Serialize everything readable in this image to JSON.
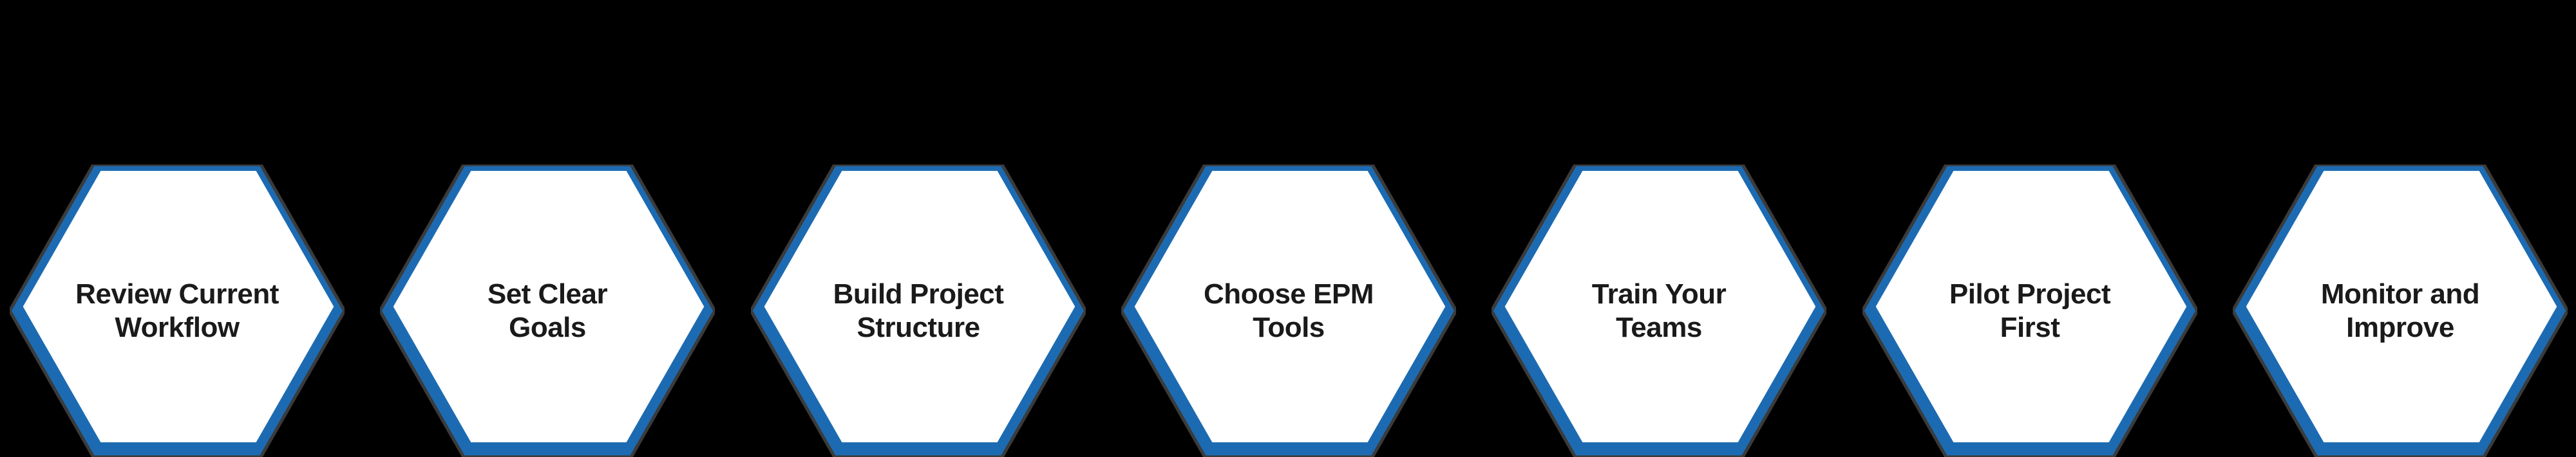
{
  "diagram": {
    "type": "horizontal-hexagon-process",
    "step_count": 7
  },
  "colors": {
    "bg": "#000000",
    "hex_fill": "#ffffff",
    "hex_border": "#1c6bb2",
    "hex_outline": "#3b3b3b",
    "text": "#1a1a1a"
  },
  "steps": [
    {
      "label": "Review Current Workflow",
      "lines": [
        "Review Current",
        "Workflow"
      ]
    },
    {
      "label": "Set Clear Goals",
      "lines": [
        "Set Clear",
        "Goals"
      ]
    },
    {
      "label": "Build Project Structure",
      "lines": [
        "Build Project",
        "Structure"
      ]
    },
    {
      "label": "Choose EPM Tools",
      "lines": [
        "Choose EPM",
        "Tools"
      ]
    },
    {
      "label": "Train Your Teams",
      "lines": [
        "Train Your",
        "Teams"
      ]
    },
    {
      "label": "Pilot Project First",
      "lines": [
        "Pilot Project",
        "First"
      ]
    },
    {
      "label": "Monitor and Improve",
      "lines": [
        "Monitor and",
        "Improve"
      ]
    }
  ]
}
